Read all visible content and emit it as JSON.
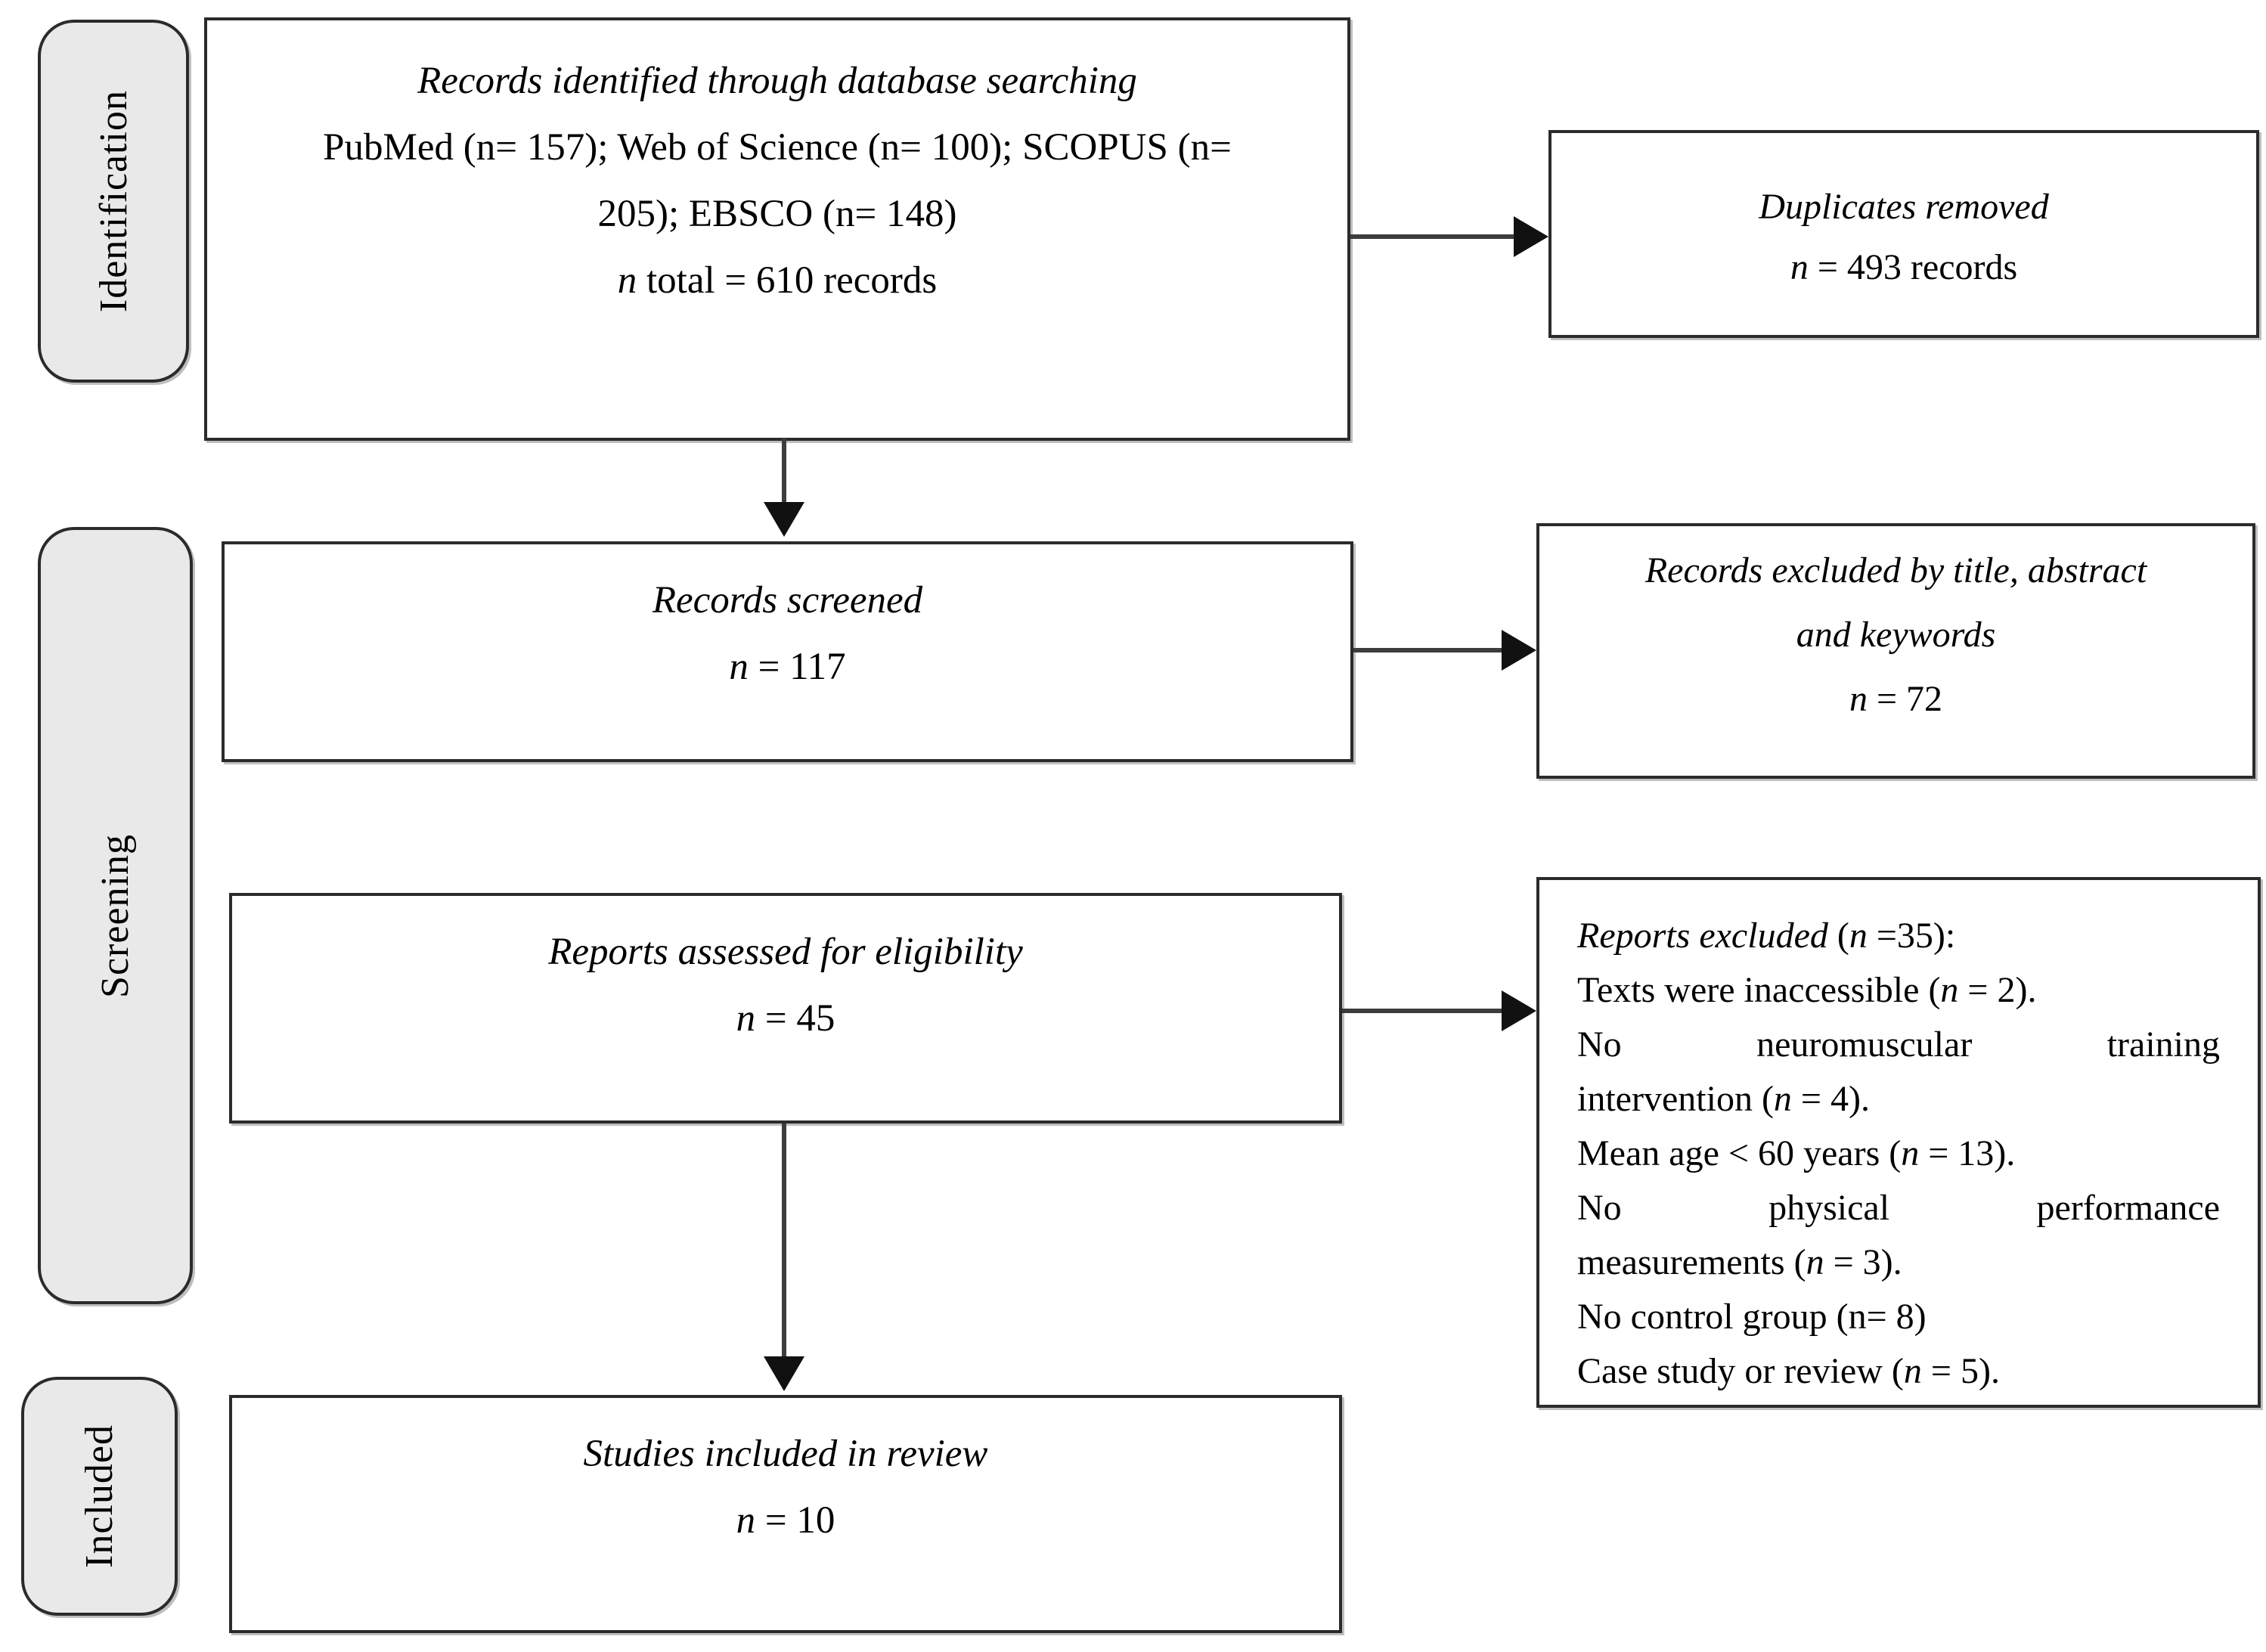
{
  "diagram": {
    "title": "PRISMA flow diagram of study selection",
    "colors": {
      "background": "#ffffff",
      "box_border": "#2b2b2b",
      "stage_fill": "#e9e9e9",
      "arrow": "#3d3d3d",
      "text": "#000000"
    },
    "stages": [
      {
        "id": "identification",
        "label": "Identification"
      },
      {
        "id": "screening",
        "label": "Screening"
      },
      {
        "id": "included",
        "label": "Included"
      }
    ],
    "boxes": {
      "identified": {
        "lines": [
          [
            {
              "t": "Records identified through database searching",
              "i": true
            }
          ],
          [
            {
              "t": "PubMed (n= 157); Web of Science (n= 100); SCOPUS (n=",
              "i": false
            }
          ],
          [
            {
              "t": "205); EBSCO (n= 148)",
              "i": false
            }
          ],
          [
            {
              "t": "n",
              "i": true
            },
            {
              "t": " total = 610 records",
              "i": false
            }
          ]
        ]
      },
      "duplicates_removed": {
        "lines": [
          [
            {
              "t": "Duplicates removed",
              "i": true
            }
          ],
          [
            {
              "t": "n",
              "i": true
            },
            {
              "t": " = 493 records",
              "i": false
            }
          ]
        ]
      },
      "records_screened": {
        "lines": [
          [
            {
              "t": "Records screened",
              "i": true
            }
          ],
          [
            {
              "t": "n",
              "i": true
            },
            {
              "t": " = 117",
              "i": false
            }
          ]
        ]
      },
      "records_excluded": {
        "lines": [
          [
            {
              "t": "Records excluded by title, abstract",
              "i": true
            }
          ],
          [
            {
              "t": "and keywords",
              "i": true
            }
          ],
          [
            {
              "t": "n",
              "i": true
            },
            {
              "t": " = 72",
              "i": false
            }
          ]
        ]
      },
      "reports_assessed": {
        "lines": [
          [
            {
              "t": "Reports assessed for eligibility",
              "i": true
            }
          ],
          [
            {
              "t": "n",
              "i": true
            },
            {
              "t": " = 45",
              "i": false
            }
          ]
        ]
      },
      "reports_excluded": {
        "lines": [
          [
            {
              "t": "Reports excluded ",
              "i": true
            },
            {
              "t": "(",
              "i": false
            },
            {
              "t": "n",
              "i": true
            },
            {
              "t": " =35):",
              "i": false
            }
          ],
          [
            {
              "t": "Texts were inaccessible (",
              "i": false
            },
            {
              "t": "n",
              "i": true
            },
            {
              "t": " = 2).",
              "i": false
            }
          ],
          [
            {
              "t": "No neuromuscular training",
              "i": false
            }
          ],
          [
            {
              "t": "intervention (",
              "i": false
            },
            {
              "t": "n",
              "i": true
            },
            {
              "t": " = 4).",
              "i": false
            }
          ],
          [
            {
              "t": "Mean age < 60 years (",
              "i": false
            },
            {
              "t": "n",
              "i": true
            },
            {
              "t": " = 13).",
              "i": false
            }
          ],
          [
            {
              "t": "No physical performance",
              "i": false
            }
          ],
          [
            {
              "t": "measurements (",
              "i": false
            },
            {
              "t": "n",
              "i": true
            },
            {
              "t": " = 3).",
              "i": false
            }
          ],
          [
            {
              "t": "No control group (n= 8)",
              "i": false
            }
          ],
          [
            {
              "t": "Case study or review (",
              "i": false
            },
            {
              "t": "n",
              "i": true
            },
            {
              "t": " = 5).",
              "i": false
            }
          ]
        ]
      },
      "studies_included": {
        "lines": [
          [
            {
              "t": "Studies included in review",
              "i": true
            }
          ],
          [
            {
              "t": "n",
              "i": true
            },
            {
              "t": " = 10",
              "i": false
            }
          ]
        ]
      }
    }
  }
}
